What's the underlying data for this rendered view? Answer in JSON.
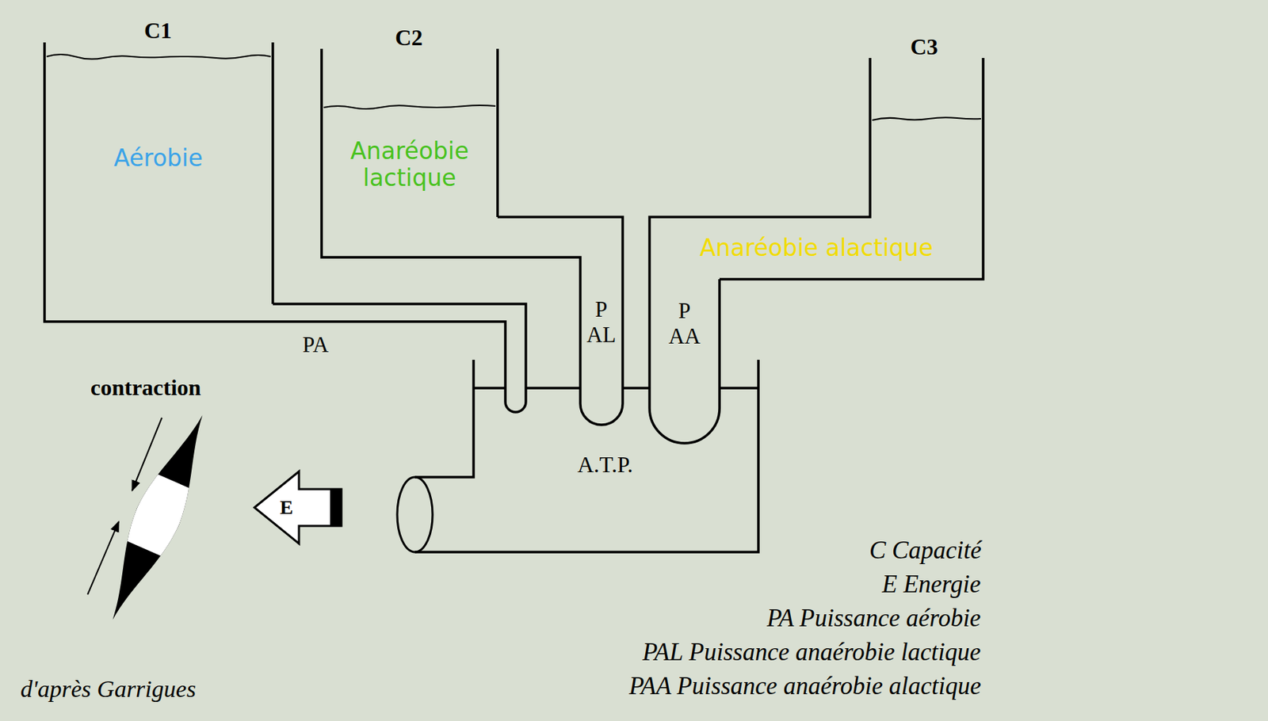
{
  "diagram": {
    "nodes": [
      {
        "text": [
          "C1",
          "Aérobie"
        ]
      },
      {
        "text": [
          "C2",
          "Anaréobie lactique"
        ]
      },
      {
        "text": [
          "C3",
          "Anaréobie alactique"
        ]
      },
      {
        "text": [
          "A.T.P."
        ]
      }
    ],
    "edges": [
      {
        "from": 0,
        "to": 3,
        "arrow": "none",
        "label": "PA"
      },
      {
        "from": 1,
        "to": 3,
        "arrow": "none",
        "label": "P AL"
      },
      {
        "from": 2,
        "to": 3,
        "arrow": "none",
        "label": "P AA"
      }
    ],
    "labels": [
      "contraction",
      "E",
      "C Capacité",
      "E Energie",
      "PA Puissance aérobie",
      "PAL Puissance anaérobie lactique",
      "PAA Puissance anaérobie alactique",
      "d'après Garrigues"
    ]
  }
}
